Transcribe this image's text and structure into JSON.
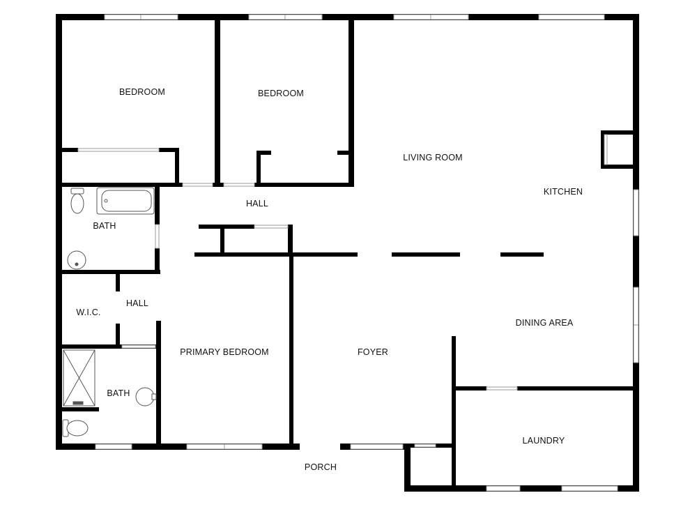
{
  "rooms": {
    "bedroom_1": "BEDROOM",
    "bedroom_2": "BEDROOM",
    "living_room": "LIVING ROOM",
    "kitchen": "KITCHEN",
    "hall_upper": "HALL",
    "bath_upper": "BATH",
    "wic": "W.I.C.",
    "hall_lower": "HALL",
    "primary_bedroom": "PRIMARY BEDROOM",
    "foyer": "FOYER",
    "dining_area": "DINING AREA",
    "bath_lower": "BATH",
    "laundry": "LAUNDRY",
    "porch": "PORCH"
  },
  "colors": {
    "wall": "#000000",
    "window": "#9a9a9a",
    "background": "#ffffff"
  },
  "fixture_icons": [
    "toilet-icon",
    "bathtub-icon",
    "sink-icon",
    "shower-icon"
  ]
}
